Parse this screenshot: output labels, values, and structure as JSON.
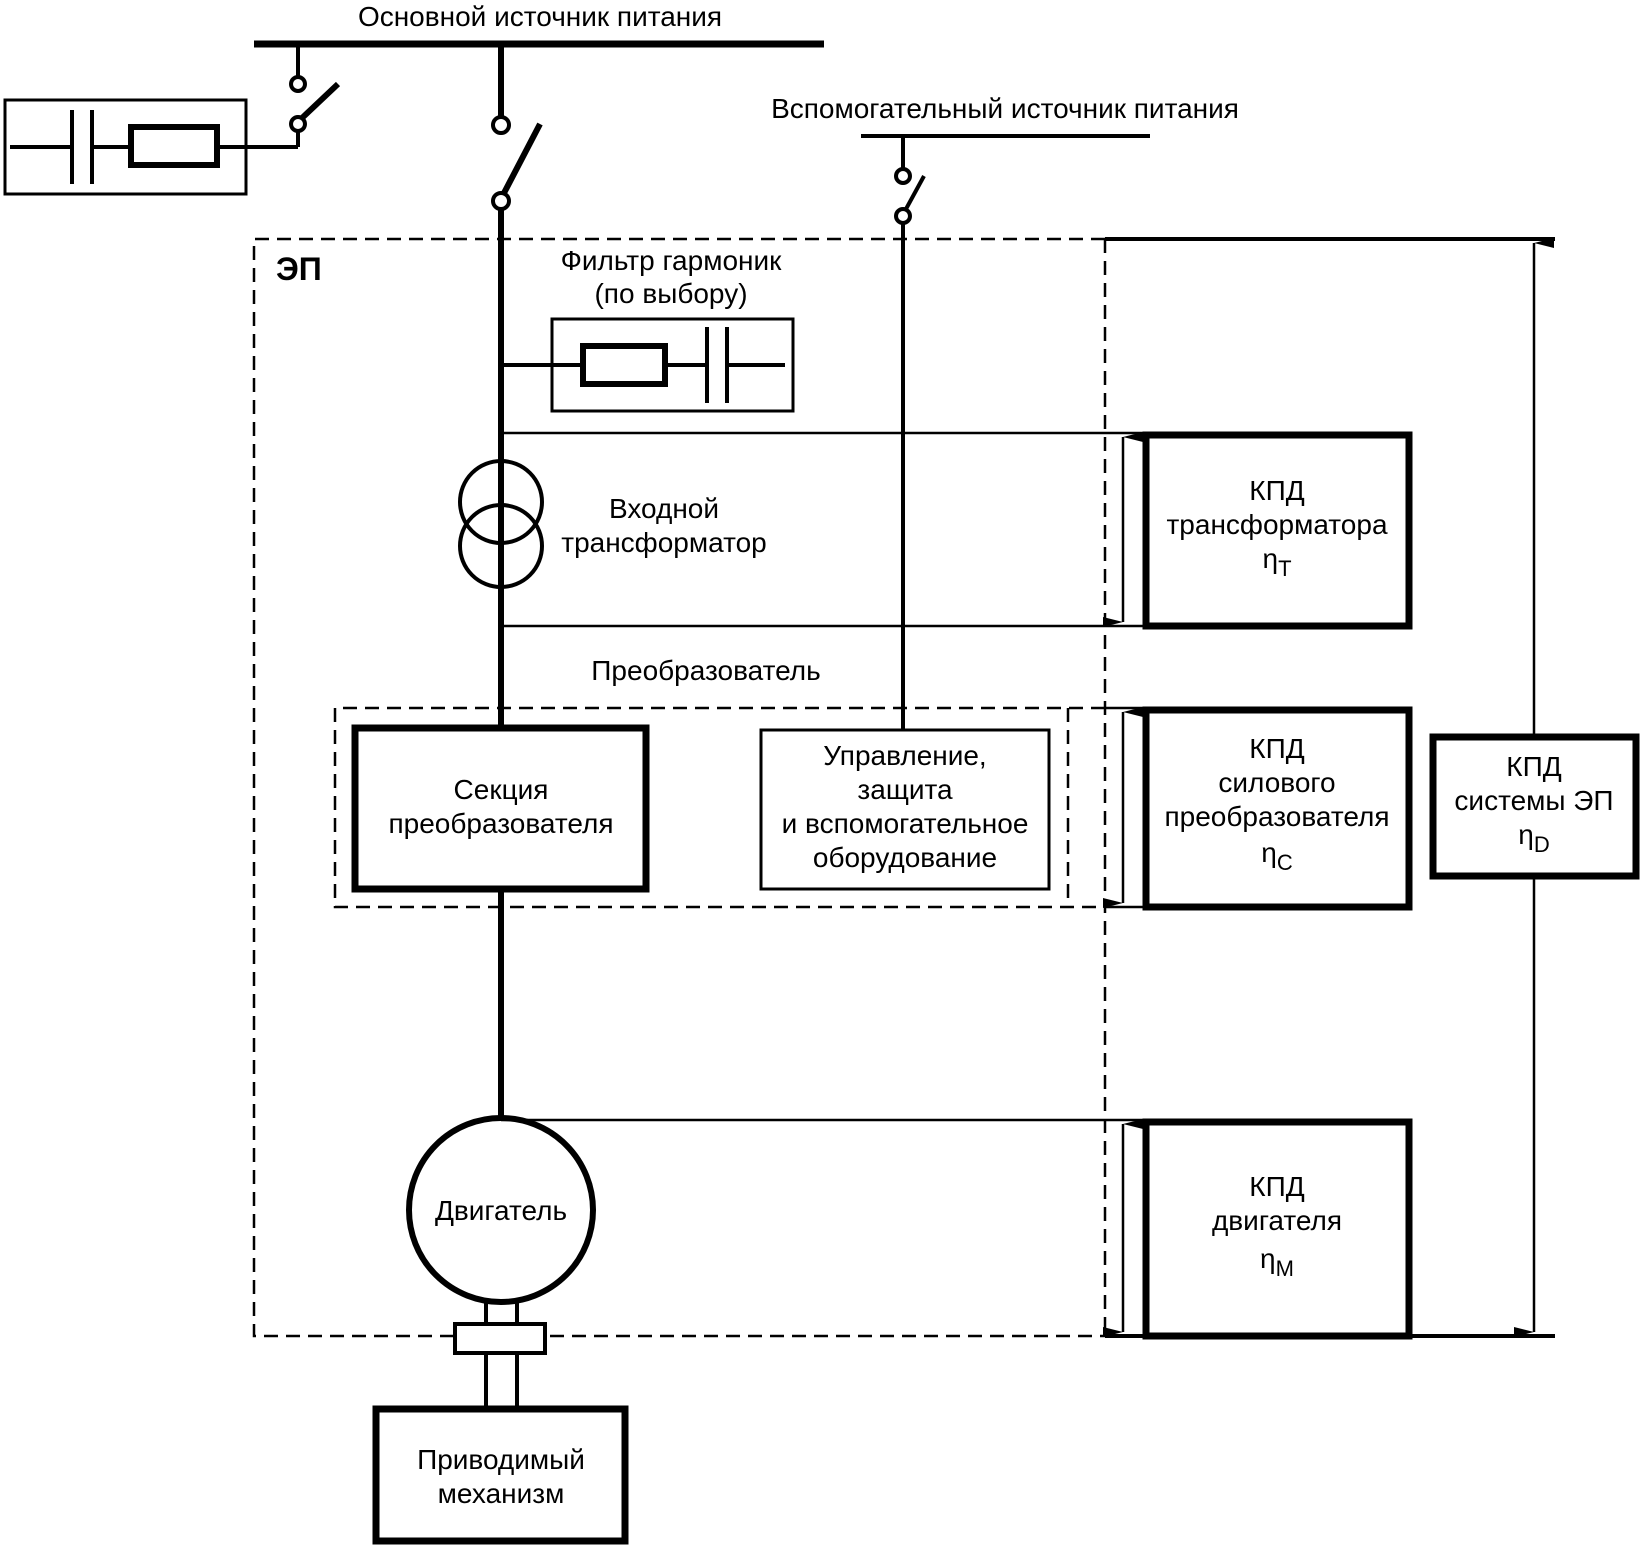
{
  "main_supply": {
    "label": "Основной источник питания"
  },
  "aux_supply": {
    "label": "Вспомогательный источник питания"
  },
  "drive_system": {
    "label": "ЭП"
  },
  "harmonic_filter": {
    "line1": "Фильтр гармоник",
    "line2": "(по выбору)"
  },
  "input_transformer": {
    "line1": "Входной",
    "line2": "трансформатор"
  },
  "converter": {
    "label": "Преобразователь",
    "section": {
      "line1": "Секция",
      "line2": "преобразователя"
    },
    "control": {
      "line1": "Управление,",
      "line2": "защита",
      "line3": "и вспомогательное",
      "line4": "оборудование"
    }
  },
  "motor": {
    "label": "Двигатель"
  },
  "driven_equipment": {
    "line1": "Приводимый",
    "line2": "механизм"
  },
  "efficiency": {
    "transformer": {
      "line1": "КПД",
      "line2": "трансформатора",
      "symbol": "η",
      "subscript": "T"
    },
    "converter": {
      "line1": "КПД",
      "line2": "силового",
      "line3": "преобразователя",
      "symbol": "η",
      "subscript": "C"
    },
    "motor": {
      "line1": "КПД",
      "line2": "двигателя",
      "symbol": "η",
      "subscript": "M"
    },
    "system": {
      "line1": "КПД",
      "line2": "системы ЭП",
      "symbol": "η",
      "subscript": "D"
    }
  }
}
